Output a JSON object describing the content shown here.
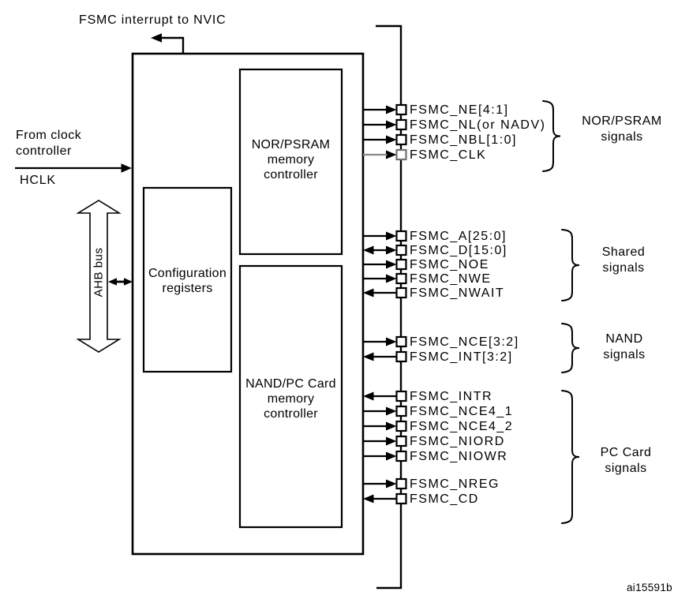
{
  "colors": {
    "ink": "#000000",
    "gray_line": "#8a8a8a",
    "gray_pin": "#707070",
    "background": "#ffffff"
  },
  "top": {
    "interrupt_label": "FSMC interrupt to NVIC"
  },
  "left": {
    "clock_lines": [
      "From clock",
      "controller"
    ],
    "hclk_label": "HCLK",
    "ahb_label": "AHB bus"
  },
  "blocks": {
    "config": {
      "lines": [
        "Configuration",
        "registers"
      ]
    },
    "nor": {
      "lines": [
        "NOR/PSRAM",
        "memory",
        "controller"
      ]
    },
    "nand": {
      "lines": [
        "NAND/PC Card",
        "memory",
        "controller"
      ]
    }
  },
  "signal_groups": [
    {
      "label_lines": [
        "NOR/PSRAM",
        "signals"
      ],
      "signals": [
        {
          "name": "FSMC_NE[4:1]",
          "dir": "out"
        },
        {
          "name": "FSMC_NL(or NADV)",
          "dir": "out"
        },
        {
          "name": "FSMC_NBL[1:0]",
          "dir": "out"
        },
        {
          "name": "FSMC_CLK",
          "dir": "out",
          "gray": true
        }
      ]
    },
    {
      "label_lines": [
        "Shared",
        "signals"
      ],
      "signals": [
        {
          "name": "FSMC_A[25:0]",
          "dir": "out"
        },
        {
          "name": "FSMC_D[15:0]",
          "dir": "bidir"
        },
        {
          "name": "FSMC_NOE",
          "dir": "out"
        },
        {
          "name": "FSMC_NWE",
          "dir": "out"
        },
        {
          "name": "FSMC_NWAIT",
          "dir": "in"
        }
      ]
    },
    {
      "label_lines": [
        "NAND",
        "signals"
      ],
      "signals": [
        {
          "name": "FSMC_NCE[3:2]",
          "dir": "out"
        },
        {
          "name": "FSMC_INT[3:2]",
          "dir": "in"
        }
      ]
    },
    {
      "label_lines": [
        "PC Card",
        "signals"
      ],
      "signals": [
        {
          "name": "FSMC_INTR",
          "dir": "in"
        },
        {
          "name": "FSMC_NCE4_1",
          "dir": "out"
        },
        {
          "name": "FSMC_NCE4_2",
          "dir": "out"
        },
        {
          "name": "FSMC_NIORD",
          "dir": "out"
        },
        {
          "name": "FSMC_NIOWR",
          "dir": "out"
        },
        {
          "name": "FSMC_NREG",
          "dir": "out"
        },
        {
          "name": "FSMC_CD",
          "dir": "in"
        }
      ]
    }
  ],
  "footer": {
    "figure_id": "ai15591b"
  }
}
